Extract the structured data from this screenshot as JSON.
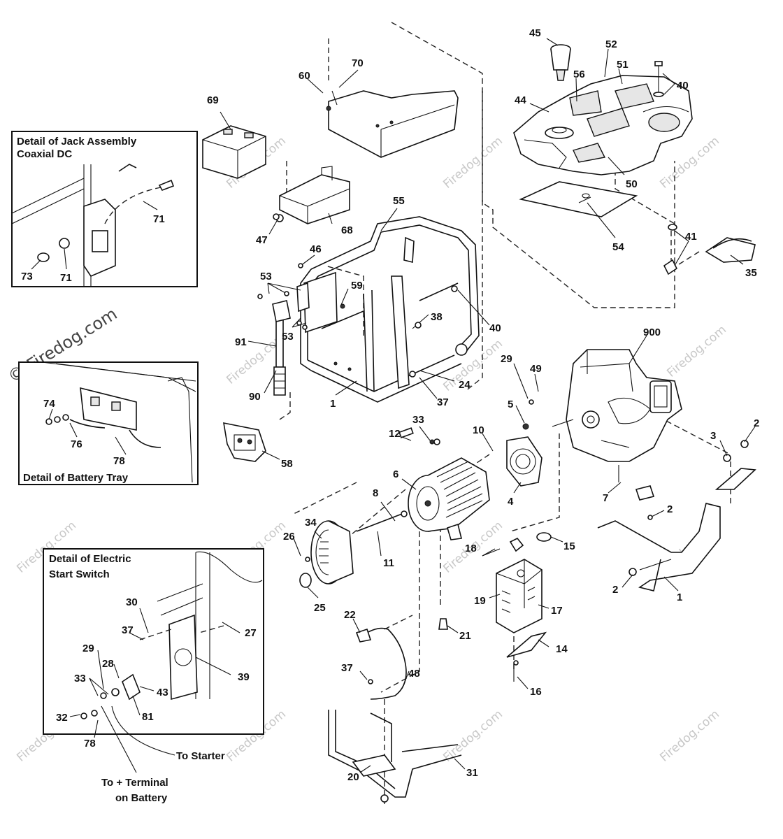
{
  "details": {
    "jack_title_line1": "Detail of Jack Assembly",
    "jack_title_line2": "Coaxial DC",
    "battery_title": "Detail of Battery Tray",
    "switch_title_line1": "Detail of Electric",
    "switch_title_line2": "Start Switch"
  },
  "annotations": {
    "to_starter": "To Starter",
    "to_terminal_line1": "To + Terminal",
    "to_terminal_line2": "on Battery"
  },
  "watermark": {
    "text": "Firedog.com",
    "large_text": "© Firedog.com"
  },
  "part_numbers": {
    "n45": "45",
    "n52": "52",
    "n51": "51",
    "n40a": "40",
    "n56": "56",
    "n44": "44",
    "n50": "50",
    "n54": "54",
    "n41": "41",
    "n35": "35",
    "n70": "70",
    "n60": "60",
    "n69": "69",
    "n47": "47",
    "n68": "68",
    "n55": "55",
    "n71a": "71",
    "n73": "73",
    "n71b": "71",
    "n46": "46",
    "n53a": "53",
    "n59": "59",
    "n53b": "53",
    "n38": "38",
    "n40b": "40",
    "n91": "91",
    "n90": "90",
    "n1a": "1",
    "n24": "24",
    "n37a": "37",
    "n74": "74",
    "n76": "76",
    "n78a": "78",
    "n58": "58",
    "n900": "900",
    "n29a": "29",
    "n49": "49",
    "n5": "5",
    "n33a": "33",
    "n12": "12",
    "n10": "10",
    "n3": "3",
    "n2a": "2",
    "n6": "6",
    "n8": "8",
    "n4": "4",
    "n7": "7",
    "n2b": "2",
    "n34": "34",
    "n26": "26",
    "n11": "11",
    "n25": "25",
    "n18": "18",
    "n15": "15",
    "n2c": "2",
    "n1b": "1",
    "n19": "19",
    "n17": "17",
    "n30": "30",
    "n37b": "37",
    "n27": "27",
    "n29b": "29",
    "n28": "28",
    "n39": "39",
    "n33b": "33",
    "n43": "43",
    "n32": "32",
    "n81": "81",
    "n78b": "78",
    "n22": "22",
    "n21": "21",
    "n14": "14",
    "n37c": "37",
    "n48": "48",
    "n16": "16",
    "n20": "20",
    "n31": "31"
  }
}
